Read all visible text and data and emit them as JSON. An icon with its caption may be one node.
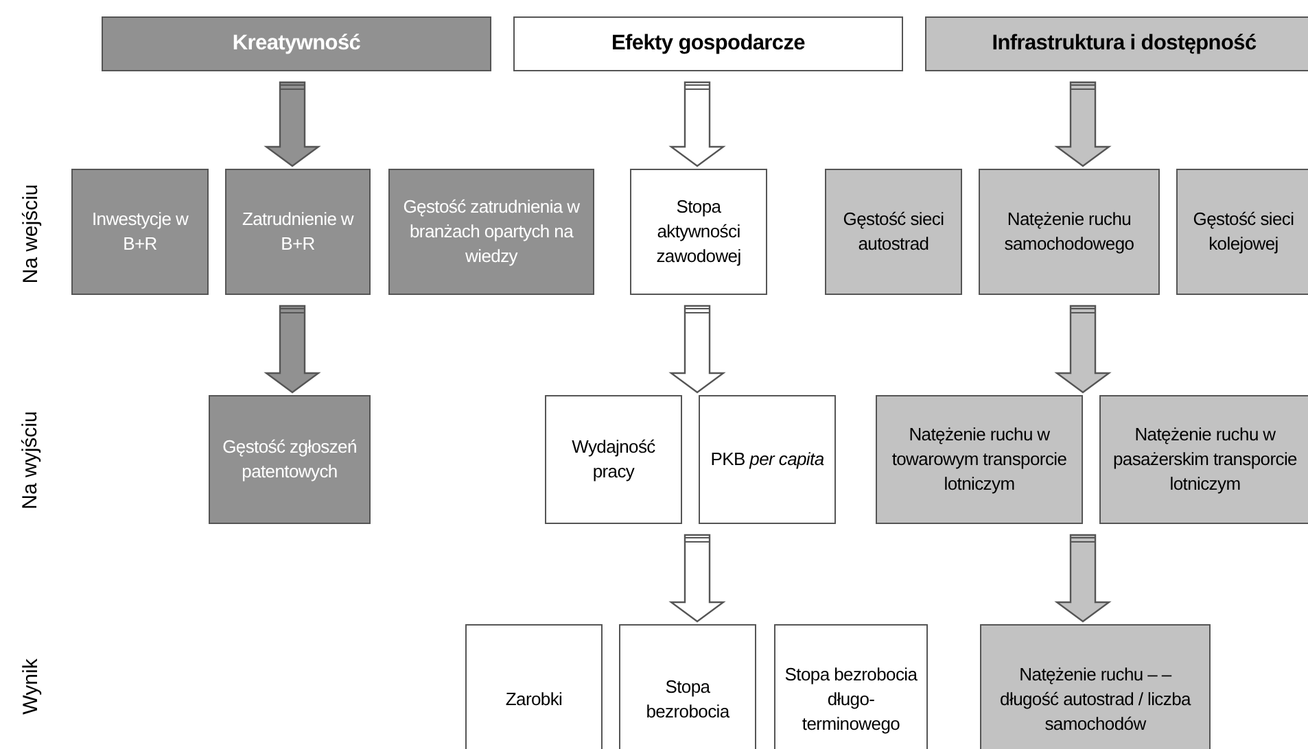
{
  "diagram": {
    "nodes": [
      {
        "text": [
          "Kreatywność"
        ]
      },
      {
        "text": [
          "Efekty gospodarcze"
        ]
      },
      {
        "text": [
          "Infrastruktura i dostępność"
        ]
      },
      {
        "text": [
          "Inwestycje w B+R"
        ]
      },
      {
        "text": [
          "Zatrudnienie w B+R"
        ]
      },
      {
        "text": [
          "Gęstość zatrudnienia w branżach opartych na wiedzy"
        ]
      },
      {
        "text": [
          "Stopa aktywności zawodowej"
        ]
      },
      {
        "text": [
          "Gęstość sieci autostrad"
        ]
      },
      {
        "text": [
          "Natężenie ruchu samochodowego"
        ]
      },
      {
        "text": [
          "Gęstość sieci kolejowej"
        ]
      },
      {
        "text": [
          "Gęstość zgłoszeń patentowych"
        ]
      },
      {
        "text": [
          "Wydajność pracy"
        ]
      },
      {
        "text": [
          "PKB *per capita*"
        ]
      },
      {
        "text": [
          "Natężenie ruchu w towarowym transporcie lotniczym"
        ]
      },
      {
        "text": [
          "Natężenie ruchu w pasażerskim transporcie lotniczym"
        ]
      },
      {
        "text": [
          "Zarobki"
        ]
      },
      {
        "text": [
          "Stopa bezrobocia"
        ]
      },
      {
        "text": [
          "Stopa bezrobocia długo- terminowego"
        ]
      },
      {
        "text": [
          "Natężenie ruchu – – długość autostrad / liczba samochodów"
        ]
      }
    ],
    "edges": [
      {
        "from": 0,
        "to": 4,
        "arrow": "to",
        "color": "#919191"
      },
      {
        "from": 4,
        "to": 10,
        "arrow": "to",
        "color": "#919191"
      },
      {
        "from": 1,
        "to": 6,
        "arrow": "to"
      },
      {
        "from": 6,
        "to": 11,
        "arrow": "to"
      },
      {
        "from": 6,
        "to": 12,
        "arrow": "to"
      },
      {
        "from": 11,
        "to": 15,
        "arrow": "to"
      },
      {
        "from": 11,
        "to": 16,
        "arrow": "to"
      },
      {
        "from": 11,
        "to": 17,
        "arrow": "to"
      },
      {
        "from": 12,
        "to": 15,
        "arrow": "to"
      },
      {
        "from": 12,
        "to": 16,
        "arrow": "to"
      },
      {
        "from": 12,
        "to": 17,
        "arrow": "to"
      },
      {
        "from": 2,
        "to": 8,
        "arrow": "to",
        "color": "#c2c2c2"
      },
      {
        "from": 8,
        "to": 13,
        "arrow": "to",
        "color": "#c2c2c2"
      },
      {
        "from": 8,
        "to": 14,
        "arrow": "to",
        "color": "#c2c2c2"
      },
      {
        "from": 13,
        "to": 18,
        "arrow": "to",
        "color": "#c2c2c2"
      },
      {
        "from": 14,
        "to": 18,
        "arrow": "to",
        "color": "#c2c2c2"
      }
    ],
    "labels": [
      "Na wejściu",
      "Na wyjściu",
      "Wynik"
    ]
  }
}
